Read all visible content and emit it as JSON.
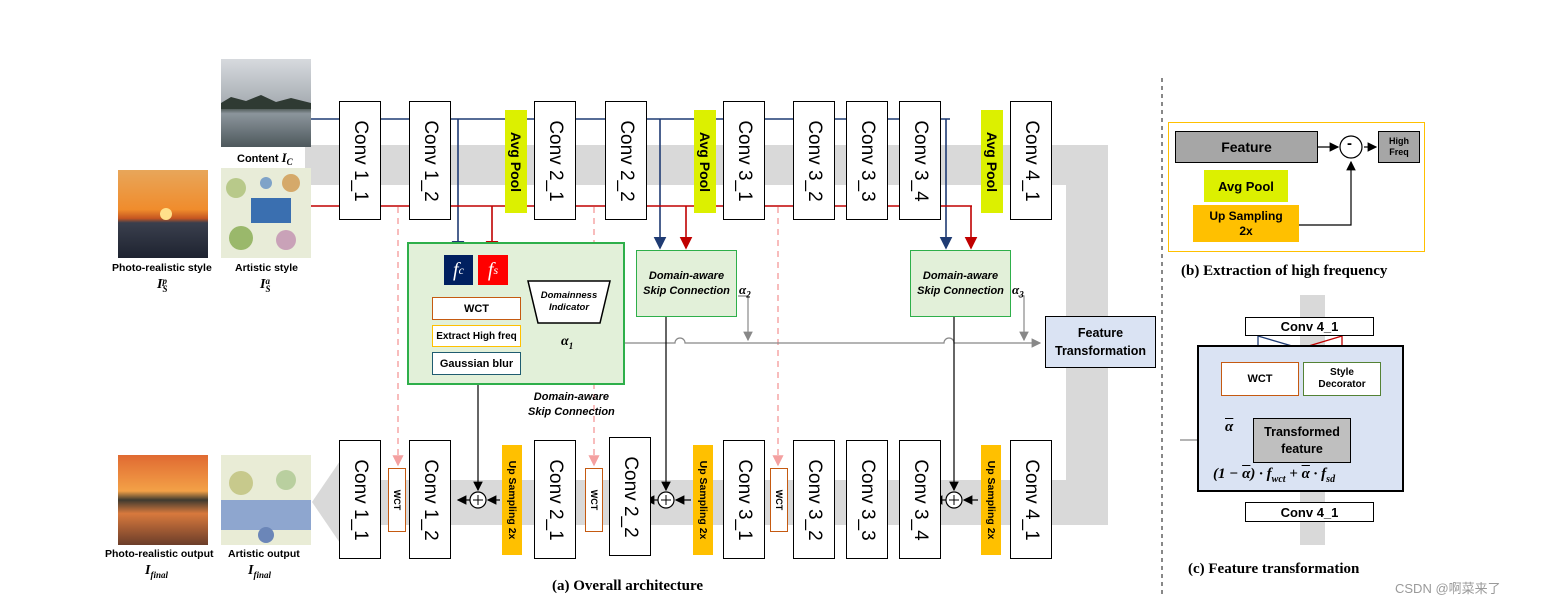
{
  "architecture": {
    "caption": "(a) Overall architecture",
    "encoder_layers": [
      "Conv 1_1",
      "Conv 1_2",
      "Avg Pool",
      "Conv 2_1",
      "Conv 2_2",
      "Avg Pool",
      "Conv 3_1",
      "Conv 3_2",
      "Conv 3_3",
      "Conv 3_4",
      "Avg Pool",
      "Conv 4_1"
    ],
    "decoder_layers": [
      "Conv 1_1",
      "WCT",
      "Conv 1_2",
      "Up Sampling 2x",
      "Conv 2_1",
      "WCT",
      "Conv 2_2",
      "Up Sampling 2x",
      "Conv 3_1",
      "WCT",
      "Conv 3_2",
      "Conv 3_3",
      "Conv 3_4",
      "Up Sampling 2x",
      "Conv 4_1"
    ],
    "inputs": {
      "content": "Content",
      "content_symbol": "I",
      "content_sub": "C",
      "photo_style": "Photo-realistic style",
      "photo_symbol": "I",
      "photo_sup": "p",
      "photo_sub": "S",
      "art_style": "Artistic style",
      "art_symbol": "I",
      "art_sup": "a",
      "art_sub": "S"
    },
    "outputs": {
      "photo_output": "Photo-realistic output",
      "art_output": "Artistic output",
      "symbol": "I",
      "sub": "final"
    },
    "skip1": {
      "fc": "f",
      "fc_sub": "c",
      "fs": "f",
      "fs_sub": "s",
      "domainness_line1": "Domainness",
      "domainness_line2": "Indicator",
      "wct": "WCT",
      "extract": "Extract High freq",
      "blur": "Gaussian blur",
      "alpha": "α",
      "alpha_sub": "1",
      "label_line1": "Domain-aware",
      "label_line2": "Skip Connection"
    },
    "skip2": {
      "line1": "Domain-aware",
      "line2": "Skip Connection",
      "alpha": "α",
      "alpha_sub": "2"
    },
    "skip3": {
      "line1": "Domain-aware",
      "line2": "Skip Connection",
      "alpha": "α",
      "alpha_sub": "3"
    },
    "feature_transformation_line1": "Feature",
    "feature_transformation_line2": "Transformation",
    "plus": "+"
  },
  "high_freq": {
    "caption": "(b) Extraction of high frequency",
    "feature": "Feature",
    "avg_pool": "Avg Pool",
    "upsampling_line1": "Up Sampling",
    "upsampling_line2": "2x",
    "minus": "-",
    "output_line1": "High",
    "output_line2": "Freq"
  },
  "feature_transform": {
    "caption": "(c) Feature transformation",
    "top": "Conv 4_1",
    "bottom": "Conv 4_1",
    "wct": "WCT",
    "style_decorator_line1": "Style",
    "style_decorator_line2": "Decorator",
    "transformed_line1": "Transformed",
    "transformed_line2": "feature",
    "alpha_bar": "α",
    "formula_prefix": "(1 − ",
    "formula_alpha": "α",
    "formula_mid1": ") · ",
    "formula_f1": "f",
    "formula_f1_sub": "wct",
    "formula_plus": " + ",
    "formula_alpha2": "α",
    "formula_dot": " · ",
    "formula_f2": "f",
    "formula_f2_sub": "sd"
  },
  "watermark": "CSDN @啊菜来了",
  "colors": {
    "avg_pool": "#dcf000",
    "upsampling": "#ffc000",
    "content_arrow": "#1f3b73",
    "style_arrow": "#c00000",
    "skip_border": "#2eaf4a",
    "skip_fill": "#e2f0d9",
    "fc_fill": "#002060",
    "fs_fill": "#ff0000",
    "ft_fill": "#dae3f3"
  }
}
